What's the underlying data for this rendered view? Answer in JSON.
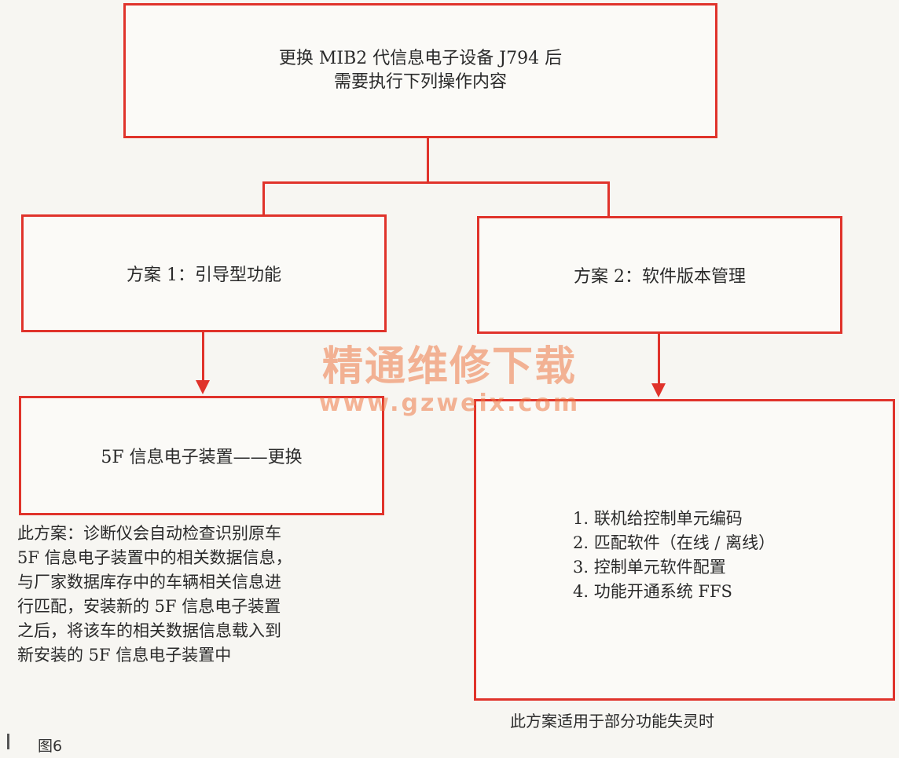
{
  "top": {
    "line1": "更换 MIB2 代信息电子设备 J794 后",
    "line2": "需要执行下列操作内容"
  },
  "options": {
    "opt1": "方案 1：引导型功能",
    "opt2": "方案 2：软件版本管理"
  },
  "results": {
    "res1": "5F 信息电子装置——更换",
    "res2_steps": [
      "1. 联机给控制单元编码",
      "2. 匹配软件（在线 / 离线）",
      "3. 控制单元软件配置",
      "4. 功能开通系统 FFS"
    ]
  },
  "notes": {
    "note1_lines": [
      "此方案：诊断仪会自动检查识别原车",
      "5F 信息电子装置中的相关数据信息，",
      "与厂家数据库存中的车辆相关信息进",
      "行匹配，安装新的 5F 信息电子装置",
      "之后，将该车的相关数据信息载入到",
      "新安装的 5F 信息电子装置中"
    ],
    "note2": "此方案适用于部分功能失灵时"
  },
  "caption": "图6",
  "watermark": {
    "title": "精通维修下载",
    "url": "www.gzweix.com"
  },
  "colors": {
    "line": "#e0332b",
    "watermark": "#ee7846"
  }
}
